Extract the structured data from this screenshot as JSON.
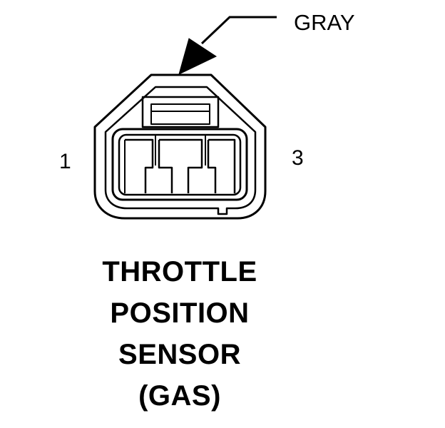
{
  "connector": {
    "color_label": "GRAY",
    "pin_left_label": "1",
    "pin_right_label": "3"
  },
  "title": {
    "lines": [
      "THROTTLE",
      "POSITION",
      "SENSOR",
      "(GAS)"
    ]
  }
}
